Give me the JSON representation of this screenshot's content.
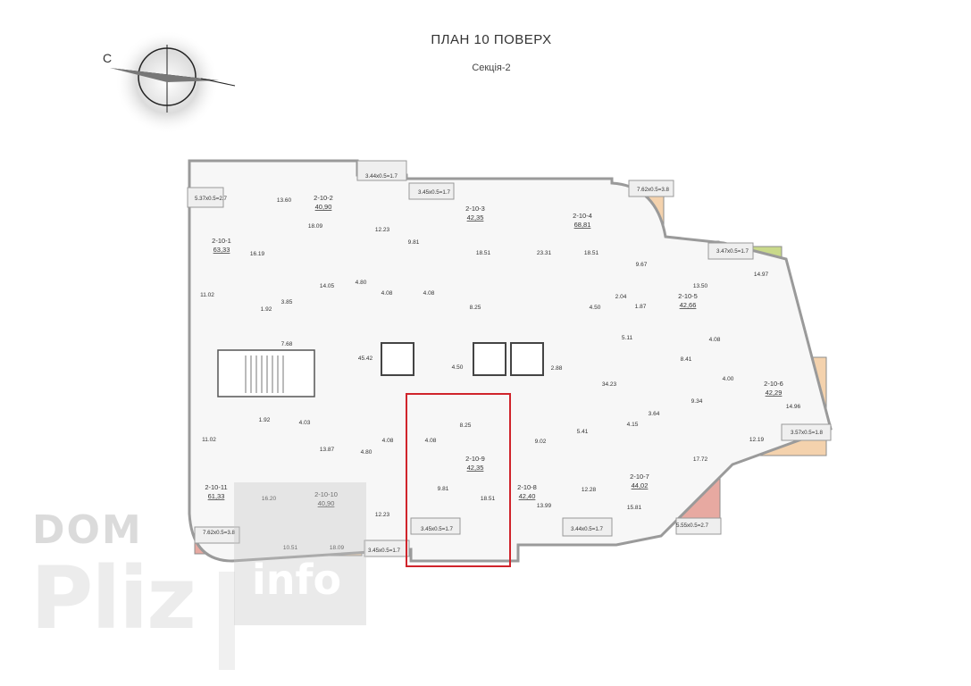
{
  "header": {
    "title": "ПЛАН 10 ПОВЕРХ",
    "section": "Секція-2"
  },
  "compass": {
    "north_letter": "С"
  },
  "colors": {
    "green": "#c9d98a",
    "red": "#e7a9a1",
    "orange": "#f4d2ad",
    "corridor": "#ffffff",
    "wall": "#9a9a9a",
    "highlight": "#d0242b"
  },
  "apartments": [
    {
      "id": "2-10-1",
      "area": "63,33"
    },
    {
      "id": "2-10-2",
      "area": "40,90"
    },
    {
      "id": "2-10-3",
      "area": "42,35"
    },
    {
      "id": "2-10-4",
      "area": "68,81"
    },
    {
      "id": "2-10-5",
      "area": "42,66"
    },
    {
      "id": "2-10-6",
      "area": "42,29"
    },
    {
      "id": "2-10-7",
      "area": "44,02"
    },
    {
      "id": "2-10-8",
      "area": "42,40"
    },
    {
      "id": "2-10-9",
      "area": "42,35"
    },
    {
      "id": "2-10-10",
      "area": "40,90"
    },
    {
      "id": "2-10-11",
      "area": "61,33"
    }
  ],
  "room_labels": [
    "13.60",
    "16.19",
    "11.02",
    "1.92",
    "3.85",
    "14.05",
    "18.09",
    "12.23",
    "4.80",
    "4.08",
    "9.81",
    "18.51",
    "4.08",
    "8.25",
    "23.31",
    "18.51",
    "4.50",
    "9.67",
    "2.04",
    "1.87",
    "5.11",
    "13.50",
    "14.97",
    "4.08",
    "8.41",
    "4.00",
    "9.34",
    "14.96",
    "12.19",
    "34.23",
    "45.42",
    "7.68",
    "4.50",
    "2.88",
    "11.02",
    "1.92",
    "4.03",
    "13.87",
    "16.20",
    "10.51",
    "18.09",
    "12.23",
    "4.80",
    "4.08",
    "4.08",
    "8.25",
    "9.81",
    "18.51",
    "9.02",
    "5.41",
    "13.99",
    "12.28",
    "4.15",
    "3.64",
    "17.72",
    "15.81"
  ],
  "balconies": [
    "5.37x0.5=2.7",
    "3.44x0.5=1.7",
    "3.45x0.5=1.7",
    "7.62x0.5=3.8",
    "3.47x0.5=1.7",
    "3.57x0.5=1.8",
    "5.55x0.5=2.7",
    "3.44x0.5=1.7",
    "3.45x0.5=1.7",
    "3.45x0.5=1.7",
    "7.62x0.5=3.8"
  ],
  "watermark": {
    "brand": "DOM",
    "word": "Pliz",
    "suffix": "info"
  }
}
